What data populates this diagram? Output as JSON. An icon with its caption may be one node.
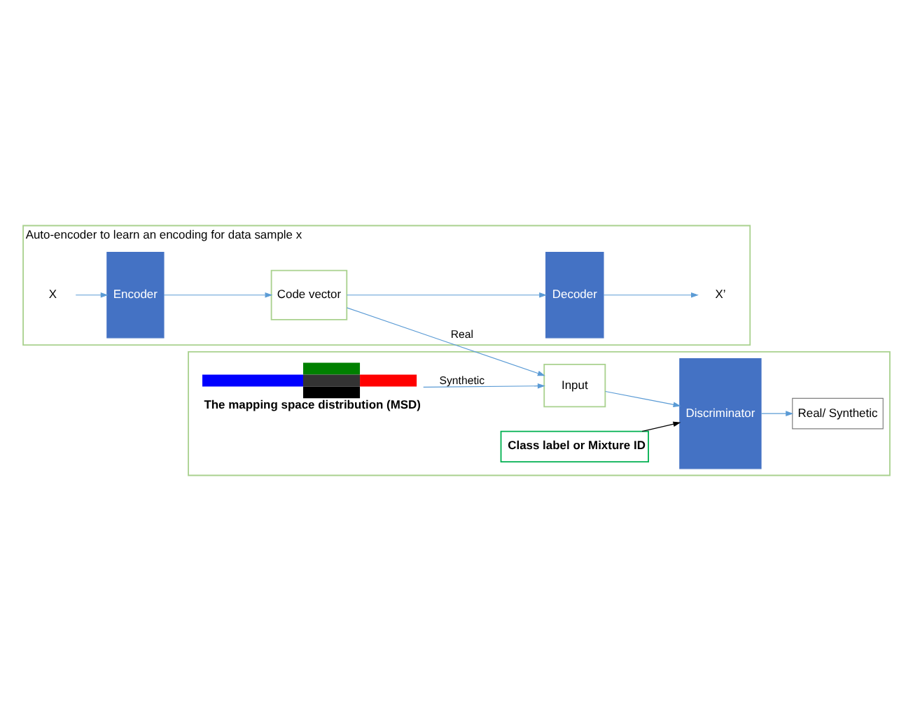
{
  "diagram": {
    "nodes": [
      {
        "text": [
          "Auto-encoder to learn an encoding for data sample x"
        ]
      },
      {
        "text": [
          "X"
        ],
        "in": 0
      },
      {
        "text": [
          "Encoder"
        ],
        "in": 0
      },
      {
        "text": [
          "Code vector"
        ],
        "in": 0
      },
      {
        "text": [
          "Decoder"
        ],
        "in": 0
      },
      {
        "text": [
          "X’"
        ],
        "in": 0
      },
      {
        "text": [],
        "shape": "box"
      },
      {
        "text": [],
        "shape": "picture",
        "beside": [
          "The mapping space distribution (MSD)"
        ],
        "in": 6
      },
      {
        "text": [
          "Input"
        ],
        "in": 6
      },
      {
        "text": [
          "Discriminator"
        ],
        "in": 6
      },
      {
        "text": [
          "Class label or Mixture ID"
        ],
        "in": 6
      },
      {
        "text": [
          "Real/ Synthetic"
        ],
        "in": 6
      }
    ],
    "edges": [
      {
        "from": 1,
        "to": 2,
        "arrow": "to"
      },
      {
        "from": 2,
        "to": 3,
        "arrow": "to"
      },
      {
        "from": 3,
        "to": 4,
        "arrow": "to"
      },
      {
        "from": 4,
        "to": 5,
        "arrow": "to"
      },
      {
        "from": 3,
        "to": 8,
        "arrow": "to",
        "label": "Real"
      },
      {
        "from": 7,
        "to": 8,
        "arrow": "to",
        "label": "Synthetic"
      },
      {
        "from": 8,
        "to": 9,
        "arrow": "to"
      },
      {
        "from": 10,
        "to": 9,
        "arrow": "to",
        "color": "#000000"
      },
      {
        "from": 9,
        "to": 11,
        "arrow": "to"
      }
    ]
  }
}
